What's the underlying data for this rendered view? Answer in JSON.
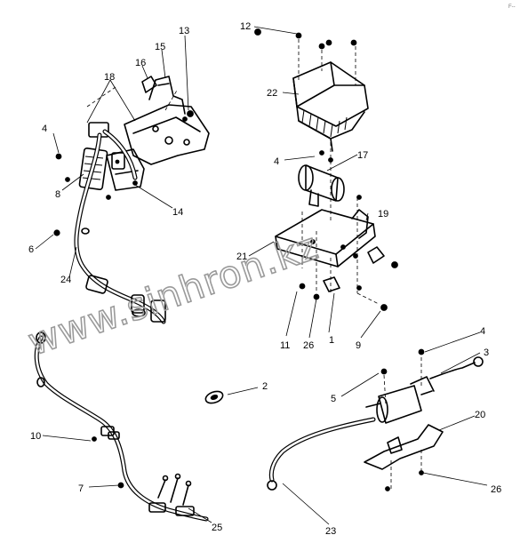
{
  "diagram": {
    "corner_mark": "F--",
    "watermark": "www.sinhron.kz",
    "callouts": [
      "1",
      "2",
      "3",
      "4",
      "4",
      "4",
      "5",
      "6",
      "7",
      "8",
      "9",
      "10",
      "11",
      "12",
      "13",
      "14",
      "15",
      "16",
      "17",
      "18",
      "19",
      "20",
      "21",
      "22",
      "23",
      "24",
      "25",
      "26",
      "26"
    ]
  }
}
